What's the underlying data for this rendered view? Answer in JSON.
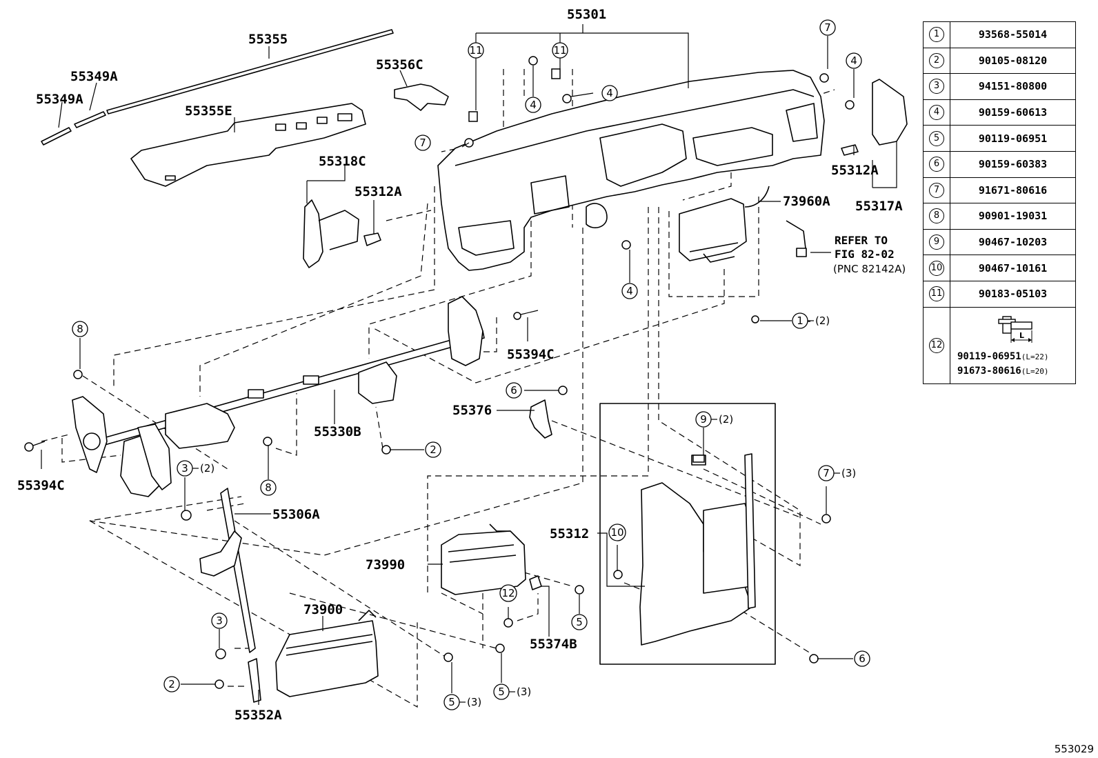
{
  "labels": {
    "p55301": "55301",
    "p55355": "55355",
    "p55349a_1": "55349A",
    "p55349a_2": "55349A",
    "p55355e": "55355E",
    "p55356c": "55356C",
    "p55318c": "55318C",
    "p55312a_1": "55312A",
    "p55312a_2": "55312A",
    "p55317a": "55317A",
    "p73960a": "73960A",
    "p55394c_1": "55394C",
    "p55394c_2": "55394C",
    "p55330b": "55330B",
    "p55376": "55376",
    "p55306a": "55306A",
    "p55312": "55312",
    "p73990": "73990",
    "p73900": "73900",
    "p55374b": "55374B",
    "p55352a": "55352A"
  },
  "refer": {
    "line1": "REFER TO",
    "line2": "FIG 82-02",
    "line3": "(PNC 82142A)"
  },
  "callouts": {
    "c1": "1",
    "c2": "2",
    "c3": "3",
    "c4": "4",
    "c5": "5",
    "c6": "6",
    "c7": "7",
    "c8": "8",
    "c9": "9",
    "c10": "10",
    "c11": "11",
    "c12": "12",
    "q2": "(2)",
    "q3": "(3)"
  },
  "table": {
    "rows": [
      {
        "no": "1",
        "part": "93568-55014"
      },
      {
        "no": "2",
        "part": "90105-08120"
      },
      {
        "no": "3",
        "part": "94151-80800"
      },
      {
        "no": "4",
        "part": "90159-60613"
      },
      {
        "no": "5",
        "part": "90119-06951"
      },
      {
        "no": "6",
        "part": "90159-60383"
      },
      {
        "no": "7",
        "part": "91671-80616"
      },
      {
        "no": "8",
        "part": "90901-19031"
      },
      {
        "no": "9",
        "part": "90467-10203"
      },
      {
        "no": "10",
        "part": "90467-10161"
      },
      {
        "no": "11",
        "part": "90183-05103"
      }
    ],
    "row12": {
      "no": "12",
      "dim": "L",
      "part_a": "90119-06951",
      "len_a": "(L=22)",
      "part_b": "91673-80616",
      "len_b": "(L=20)"
    }
  },
  "sheet_code": "553029"
}
